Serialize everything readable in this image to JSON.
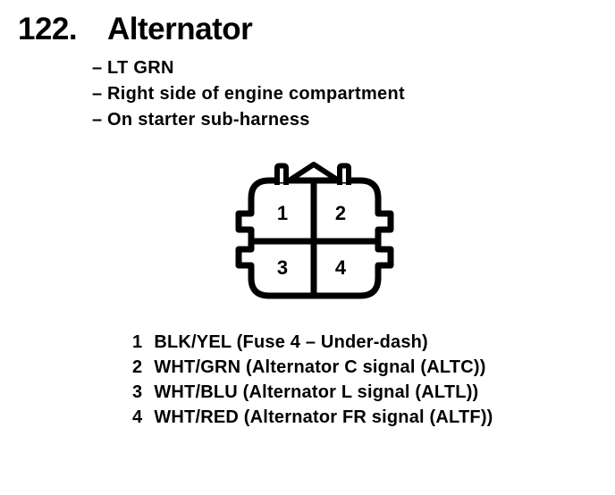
{
  "header": {
    "item_number": "122.",
    "title": "Alternator"
  },
  "notes": {
    "dash": "–",
    "items": [
      "LT GRN",
      "Right side of engine compartment",
      "On starter sub-harness"
    ]
  },
  "connector": {
    "cavities": [
      "1",
      "2",
      "3",
      "4"
    ]
  },
  "pins": [
    {
      "number": "1",
      "label": "BLK/YEL (Fuse 4 – Under-dash)"
    },
    {
      "number": "2",
      "label": "WHT/GRN (Alternator C signal (ALTC))"
    },
    {
      "number": "3",
      "label": "WHT/BLU (Alternator L signal (ALTL))"
    },
    {
      "number": "4",
      "label": "WHT/RED (Alternator FR signal (ALTF))"
    }
  ],
  "colors": {
    "ink": "#000000",
    "paper": "#ffffff"
  }
}
